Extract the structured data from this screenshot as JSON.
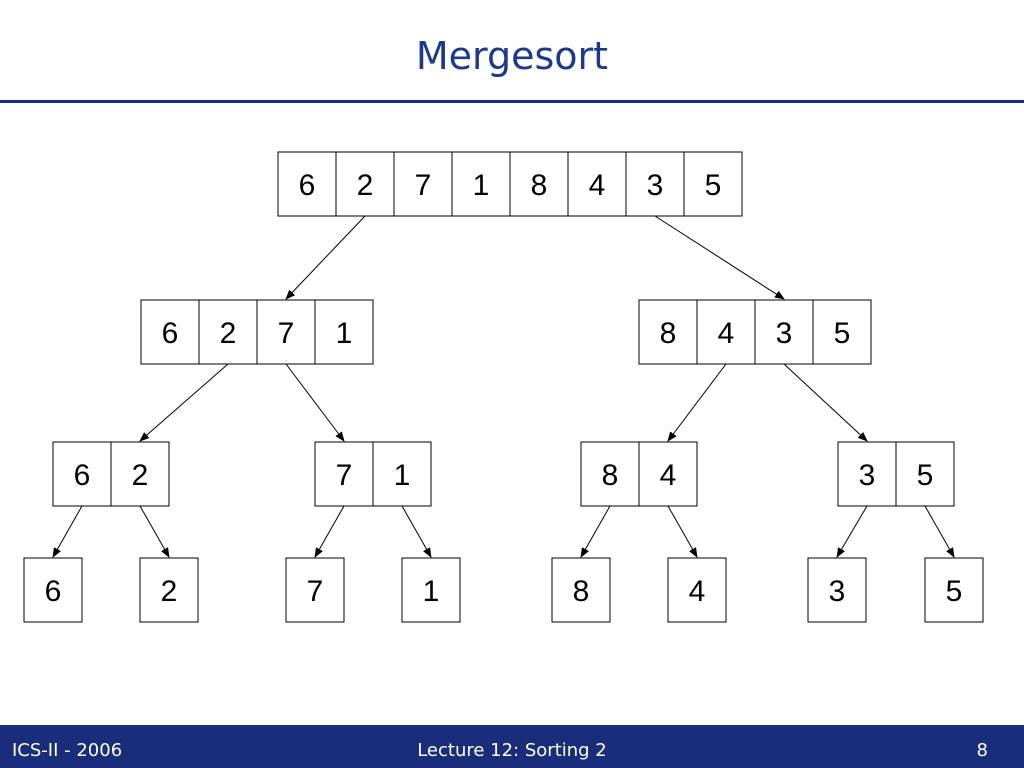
{
  "slide": {
    "title": "Mergesort"
  },
  "footer": {
    "left": "ICS-II - 2006",
    "center": "Lecture 12: Sorting 2",
    "page": "8"
  },
  "tree": {
    "levels": [
      [
        [
          "6",
          "2",
          "7",
          "1",
          "8",
          "4",
          "3",
          "5"
        ]
      ],
      [
        [
          "6",
          "2",
          "7",
          "1"
        ],
        [
          "8",
          "4",
          "3",
          "5"
        ]
      ],
      [
        [
          "6",
          "2"
        ],
        [
          "7",
          "1"
        ],
        [
          "8",
          "4"
        ],
        [
          "3",
          "5"
        ]
      ],
      [
        [
          "6"
        ],
        [
          "2"
        ],
        [
          "7"
        ],
        [
          "1"
        ],
        [
          "8"
        ],
        [
          "4"
        ],
        [
          "3"
        ],
        [
          "5"
        ]
      ]
    ]
  },
  "colors": {
    "title": "#1b3a8a",
    "rule": "#1a2d7a",
    "footer_bg": "#1a2d7a",
    "footer_text": "#ffffff"
  }
}
